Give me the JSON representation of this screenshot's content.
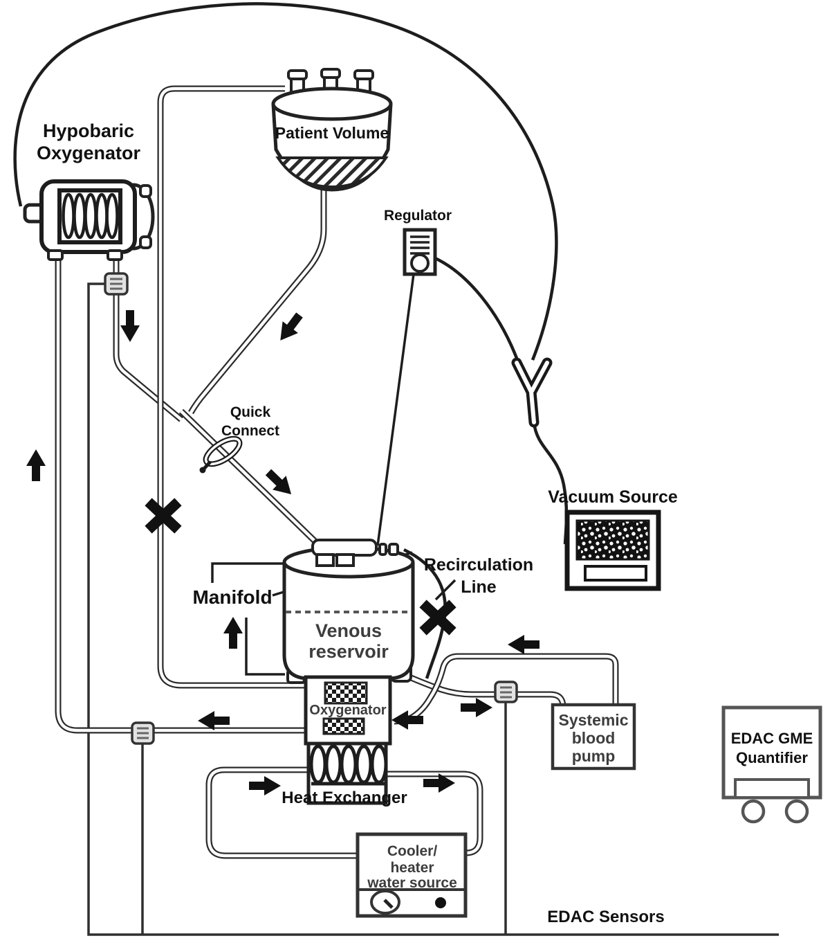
{
  "colors": {
    "ink": "#111111",
    "line": "#2b2b2b",
    "soft_text": "#3d3d3d",
    "cart_gray": "#555555",
    "background": "#ffffff"
  },
  "labels": {
    "hypobaric_oxygenator": [
      "Hypobaric",
      "Oxygenator"
    ],
    "patient_volume": "Patient Volume",
    "regulator": "Regulator",
    "quick_connect": [
      "Quick",
      "Connect"
    ],
    "vacuum_source": "Vacuum Source",
    "manifold": "Manifold",
    "recirculation_line": [
      "Recirculation",
      "Line"
    ],
    "venous_reservoir": [
      "Venous",
      "reservoir"
    ],
    "oxygenator": "Oxygenator",
    "systemic_blood_pump": [
      "Systemic",
      "blood",
      "pump"
    ],
    "heat_exchanger": "Heat Exchanger",
    "cooler_heater_water_source": [
      "Cooler/",
      "heater",
      "water source"
    ],
    "edac_gme_quantifier": [
      "EDAC GME",
      "Quantifier"
    ],
    "edac_sensors": "EDAC Sensors"
  }
}
